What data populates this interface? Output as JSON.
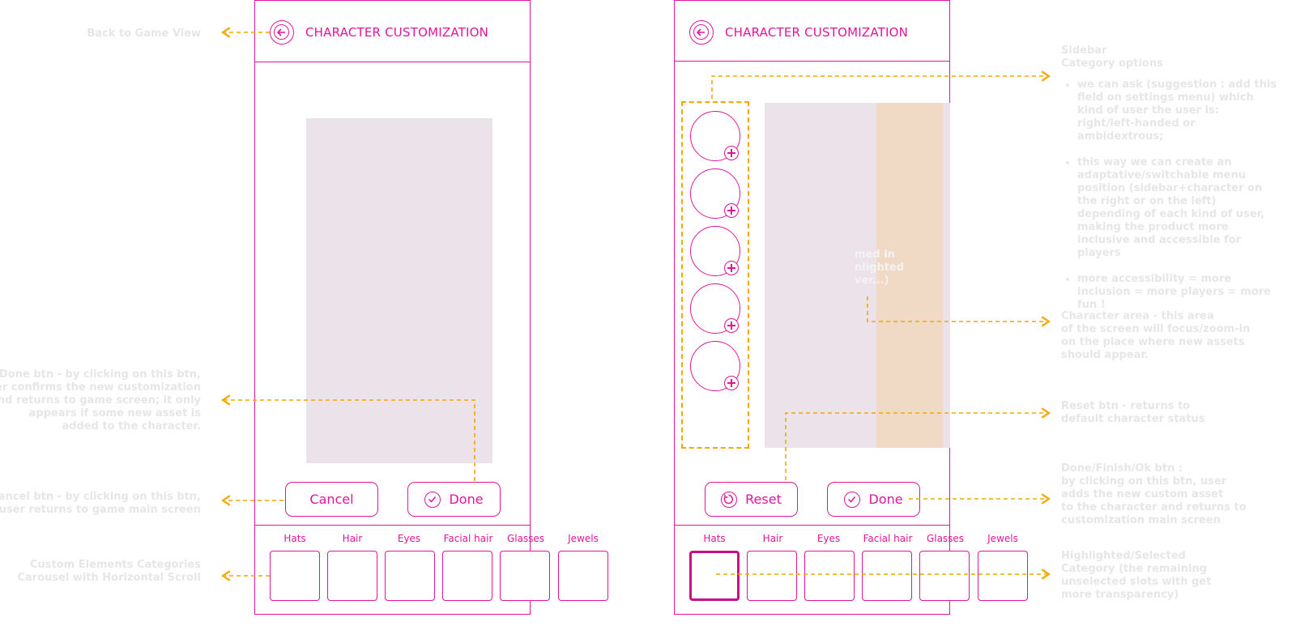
{
  "colors": {
    "accent": "#e0169a",
    "annotation_line": "#f4a800",
    "annotation_text": "#e6e6e6",
    "canvas": "#ece2ea",
    "highlight": "#f0d9c5"
  },
  "left_screen": {
    "title": "CHARACTER CUSTOMIZATION",
    "back_icon": "arrow-left-circle-icon",
    "cancel_label": "Cancel",
    "done_label": "Done",
    "done_icon": "check-circle-icon",
    "categories": [
      "Hats",
      "Hair",
      "Eyes",
      "Facial hair",
      "Glasses",
      "Jewels"
    ]
  },
  "right_screen": {
    "title": "CHARACTER CUSTOMIZATION",
    "back_icon": "arrow-left-circle-icon",
    "reset_label": "Reset",
    "reset_icon": "reset-hand-icon",
    "done_label": "Done",
    "done_icon": "check-circle-icon",
    "categories": [
      "Hats",
      "Hair",
      "Eyes",
      "Facial hair",
      "Glasses",
      "Jewels"
    ],
    "selected_category": "Hats",
    "sidebar_slot_count": 5,
    "faded_canvas_text": [
      "med in",
      "nlighted",
      "ver...)"
    ]
  },
  "annotations": {
    "back": "Back to Game View",
    "done_left": [
      "Done btn - by clicking on this btn,",
      "user confirms the new customization",
      "and returns to game screen; it only",
      "appears if some new asset is",
      "added to the character."
    ],
    "cancel": [
      "Cancel btn -  by clicking on this btn,",
      "user returns to game main screen"
    ],
    "carousel": [
      "Custom Elements Categories",
      "Carousel with Horizontal Scroll"
    ],
    "sidebar_title": [
      "Sidebar",
      "Category options"
    ],
    "sidebar_bullets": [
      "we can ask  (suggestion : add this field on settings menu) which kind of user the user is: right/left-handed or ambidextrous;",
      "this way we can create an adaptative/switchable menu position (sidebar+character on the right or on the left) depending of each kind of user, making the product more inclusive and accessible for players",
      "more accessibility = more inclusion = more players = more fun !"
    ],
    "character_area": [
      "Character area - this area",
      "of the screen will focus/zoom-in",
      "on the place where new assets",
      "should appear."
    ],
    "reset": [
      "Reset btn -  returns to",
      "default character status"
    ],
    "done_right": [
      "Done/Finish/Ok btn :",
      "by clicking on this btn, user",
      "adds the new custom asset",
      "to the character and returns to",
      "customization main screen"
    ],
    "highlighted": [
      "Highlighted/Selected",
      "Category (the remaining",
      "unselected slots with get",
      "more transparency)"
    ]
  }
}
